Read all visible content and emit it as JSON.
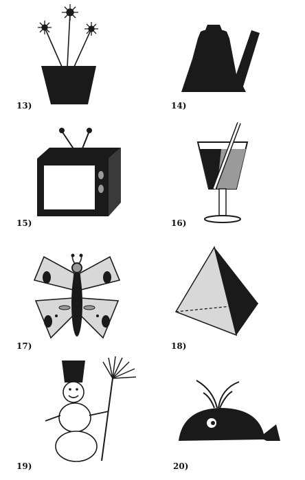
{
  "figures": [
    {
      "label": "13)",
      "icon": "flower-pot-icon"
    },
    {
      "label": "14)",
      "icon": "teapot-icon"
    },
    {
      "label": "15)",
      "icon": "television-icon"
    },
    {
      "label": "16)",
      "icon": "cocktail-glass-icon"
    },
    {
      "label": "17)",
      "icon": "butterfly-icon"
    },
    {
      "label": "18)",
      "icon": "pyramid-icon"
    },
    {
      "label": "19)",
      "icon": "snowman-icon"
    },
    {
      "label": "20)",
      "icon": "whale-icon"
    }
  ],
  "colors": {
    "ink": "#1a1a1a",
    "gray": "#9a9a9a",
    "light": "#d8d8d8",
    "paper": "#ffffff"
  }
}
